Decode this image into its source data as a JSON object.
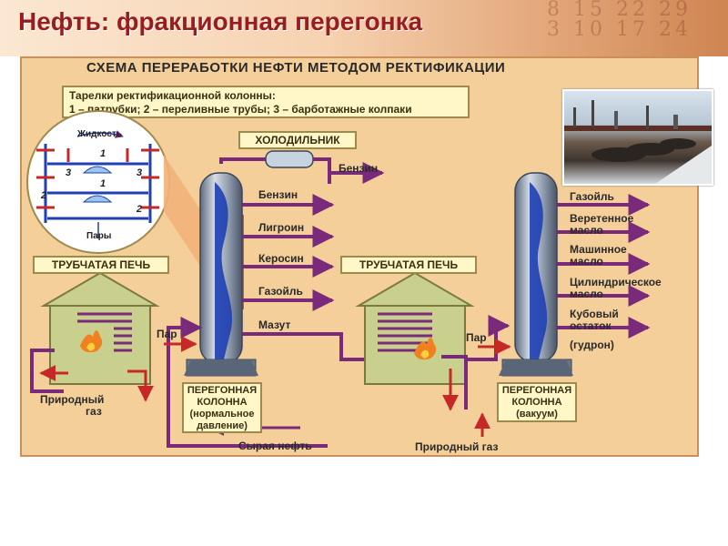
{
  "header": {
    "title": "Нефть: фракционная перегонка",
    "decor_numbers": "8 15 22 29\n3 10 17 24"
  },
  "diagram": {
    "heading": "СХЕМА ПЕРЕРАБОТКИ НЕФТИ МЕТОДОМ РЕКТИФИКАЦИИ",
    "legend_line1": "Тарелки ректификационной колонны:",
    "legend_line2": "1 – патрубки; 2 – переливные трубы; 3 – барботажные колпаки",
    "inset": {
      "liquid": "Жидкость",
      "vapors": "Пары",
      "n1": "1",
      "n2": "2",
      "n3": "3"
    },
    "cooler": "ХОЛОДИЛЬНИК",
    "furnace_left": "ТРУБЧАТАЯ ПЕЧЬ",
    "furnace_right": "ТРУБЧАТАЯ ПЕЧЬ",
    "column_left": {
      "line1": "ПЕРЕГОННАЯ",
      "line2": "КОЛОННА",
      "line3": "(нормальное",
      "line4": "давление)"
    },
    "column_right": {
      "line1": "ПЕРЕГОННАЯ",
      "line2": "КОЛОННА",
      "line3": "(вакуум)"
    },
    "left_outputs": [
      "Бензин",
      "Лигроин",
      "Керосин",
      "Газойль",
      "Мазут"
    ],
    "top_output": "Бензин",
    "right_outputs": [
      "Газойль",
      "Веретенное",
      "масло",
      "Машинное",
      "масло",
      "Цилиндрическое",
      "масло",
      "Кубовый",
      "остаток",
      "(гудрон)"
    ],
    "steam_left": "Пар",
    "steam_right": "Пар",
    "natural_gas_left_1": "Природный",
    "natural_gas_left_2": "газ",
    "natural_gas_right": "Природный газ",
    "crude_oil": "Сырая нефть"
  },
  "colors": {
    "pipe": "#7a2a7a",
    "arrow_red": "#c62828",
    "column_blue": "#1f3fb3",
    "panel": "#f5cf9a",
    "label_box": "#fff7c8",
    "house": "#c9cf8c"
  }
}
